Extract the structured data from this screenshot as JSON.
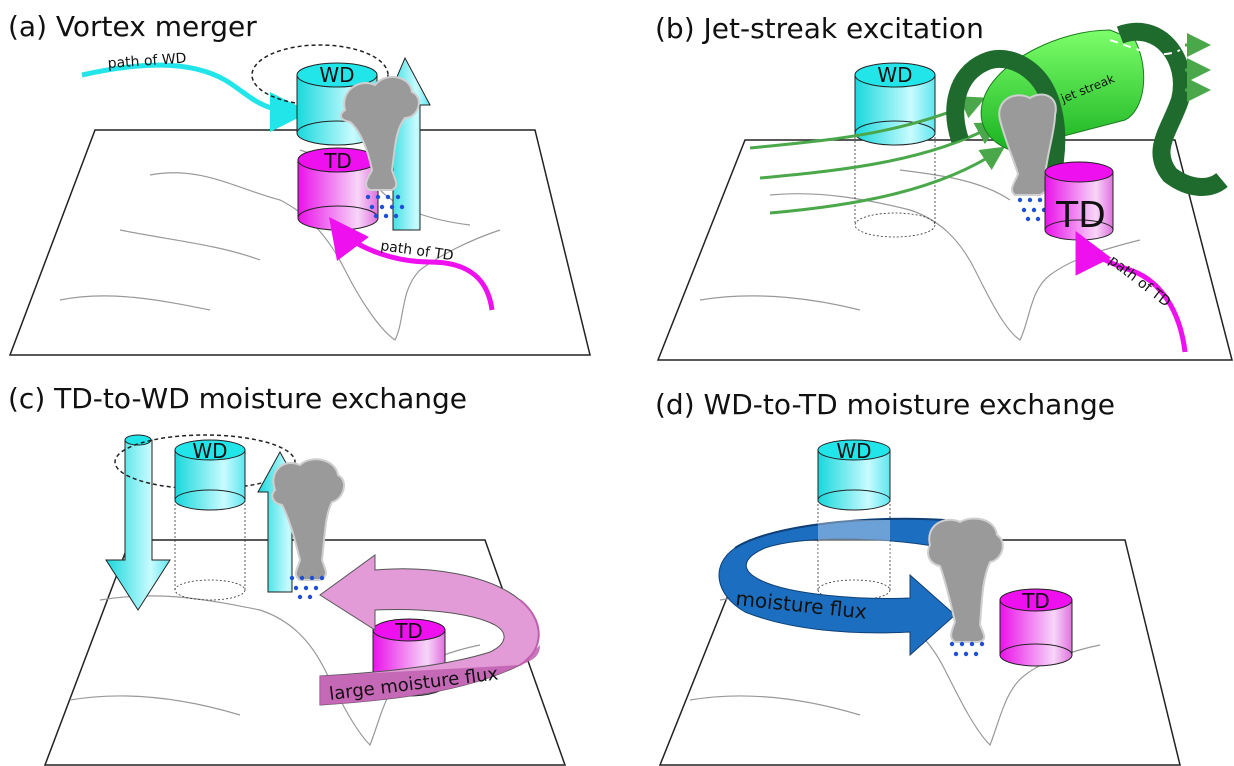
{
  "panels": {
    "a": {
      "title": "(a) Vortex merger",
      "wd_label": "WD",
      "td_label": "TD",
      "path_wd_label": "path of WD",
      "path_td_label": "path of TD"
    },
    "b": {
      "title": "(b) Jet-streak excitation",
      "wd_label": "WD",
      "td_label": "TD",
      "jet_label": "jet streak",
      "path_td_label": "path of TD"
    },
    "c": {
      "title": "(c) TD-to-WD moisture exchange",
      "wd_label": "WD",
      "td_label": "TD",
      "flux_label": "large moisture flux"
    },
    "d": {
      "title": "(d) WD-to-TD moisture exchange",
      "wd_label": "WD",
      "td_label": "TD",
      "flux_label": "moisture flux"
    }
  },
  "colors": {
    "wd_cyan": "#22e5ea",
    "td_magenta": "#ee10ee",
    "jet_green": "#1f6b2e",
    "flow_green": "#4aa84a",
    "flux_pink": "#e29bd6",
    "flux_blue": "#1c6fc0",
    "cloud_grey": "#9a9a9a",
    "rain_blue": "#1f4fd6"
  }
}
